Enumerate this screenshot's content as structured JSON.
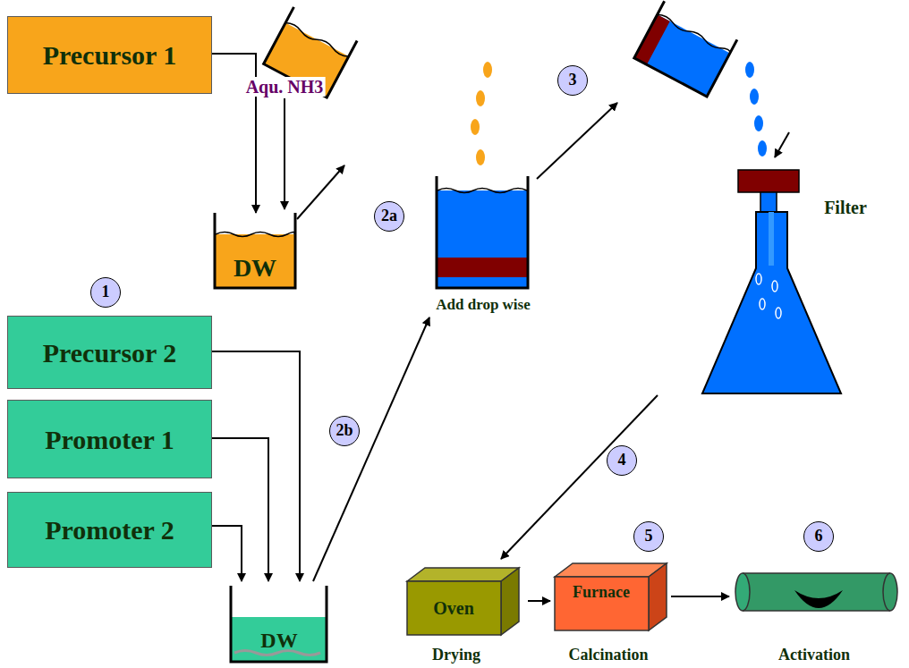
{
  "diagram": {
    "nodes": [
      {
        "text": [
          "Precursor 1"
        ]
      },
      {
        "text": [
          "DW"
        ]
      },
      {
        "text": [
          "Add drop wise"
        ]
      },
      {
        "text": [
          "Filter"
        ]
      },
      {
        "text": [
          "Precursor 2"
        ]
      },
      {
        "text": [
          "Promoter 1"
        ]
      },
      {
        "text": [
          "Promoter 2"
        ]
      },
      {
        "text": [
          "DW"
        ]
      },
      {
        "text": [
          "Oven",
          "Drying"
        ]
      },
      {
        "text": [
          "Furnace",
          "Calcination"
        ]
      },
      {
        "text": [
          "Activation"
        ]
      }
    ],
    "edges": [
      {
        "from": 0,
        "to": 1,
        "arrow": "to"
      },
      {
        "from": 1,
        "to": 2,
        "arrow": "to"
      },
      {
        "from": 2,
        "to": 3,
        "arrow": "to"
      },
      {
        "from": 4,
        "to": 7,
        "arrow": "to"
      },
      {
        "from": 5,
        "to": 7,
        "arrow": "to"
      },
      {
        "from": 6,
        "to": 7,
        "arrow": "to"
      },
      {
        "from": 7,
        "to": 2,
        "arrow": "to"
      },
      {
        "from": 3,
        "to": 8,
        "arrow": "to"
      },
      {
        "from": 8,
        "to": 9,
        "arrow": "to"
      },
      {
        "from": 9,
        "to": 10,
        "arrow": "to"
      }
    ],
    "labels": [
      "Aqu. NH3",
      "1",
      "2a",
      "2b",
      "3",
      "4",
      "5",
      "6"
    ]
  }
}
